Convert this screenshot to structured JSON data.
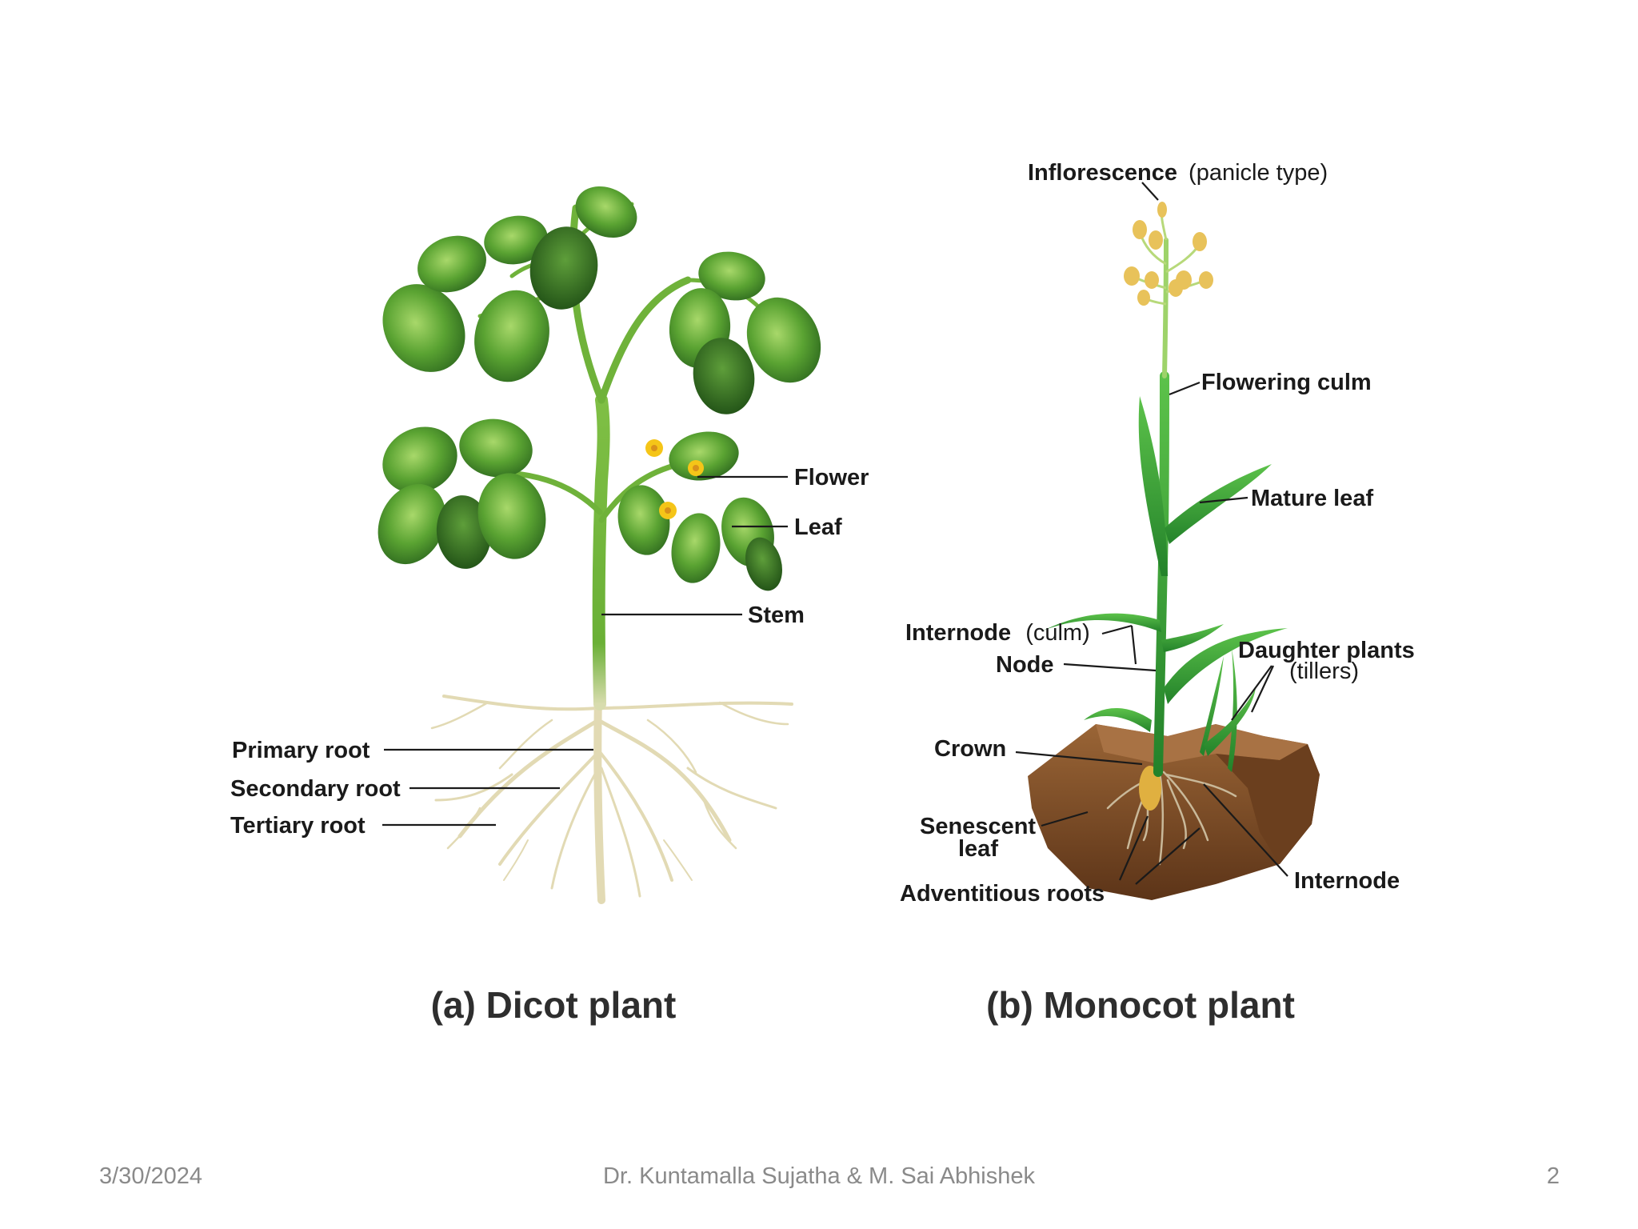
{
  "dicot": {
    "caption": "(a) Dicot plant",
    "labels": {
      "flower": "Flower",
      "leaf": "Leaf",
      "stem": "Stem",
      "primary_root": "Primary root",
      "secondary_root": "Secondary root",
      "tertiary_root": "Tertiary root"
    }
  },
  "monocot": {
    "caption": "(b) Monocot plant",
    "labels": {
      "inflorescence": "Inflorescence",
      "inflorescence_note": "(panicle type)",
      "flowering_culm": "Flowering culm",
      "mature_leaf": "Mature leaf",
      "internode_culm": "Internode",
      "internode_culm_note": "(culm)",
      "node": "Node",
      "daughter_plants": "Daughter plants",
      "daughter_plants_note": "(tillers)",
      "crown": "Crown",
      "senescent_leaf_line1": "Senescent",
      "senescent_leaf_line2": "leaf",
      "adventitious_roots": "Adventitious roots",
      "internode_root": "Internode"
    }
  },
  "footer": {
    "date": "3/30/2024",
    "author": "Dr. Kuntamalla Sujatha & M. Sai Abhishek",
    "page": "2"
  },
  "colors": {
    "leaf_dark": "#2f6b1f",
    "leaf_mid": "#4f9a2e",
    "leaf_light": "#8cc63f",
    "stem": "#6fb23a",
    "root": "#e3dcb8",
    "flower": "#f5c518",
    "soil": "#7a4a26",
    "grass": "#3aa335",
    "panicle": "#e8c25a"
  }
}
